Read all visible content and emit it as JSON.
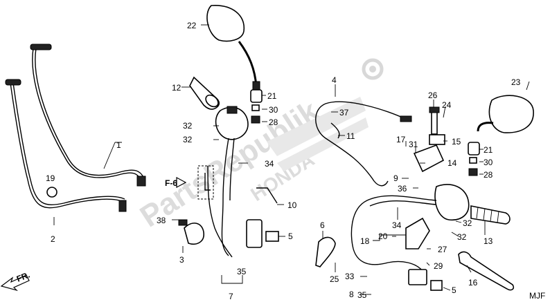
{
  "watermark": {
    "text": "PartsRepublik",
    "brand": "HONDA"
  },
  "section_ref": "F-6",
  "front_marker": "FR.",
  "diagram_code": "MJF",
  "callouts": [
    "1",
    "2",
    "3",
    "4",
    "5",
    "5",
    "6",
    "7",
    "8",
    "9",
    "10",
    "11",
    "12",
    "13",
    "14",
    "15",
    "16",
    "17",
    "18",
    "19",
    "20",
    "21",
    "21",
    "22",
    "23",
    "24",
    "25",
    "26",
    "27",
    "28",
    "28",
    "29",
    "30",
    "30",
    "31",
    "32",
    "32",
    "32",
    "32",
    "33",
    "34",
    "34",
    "35",
    "35",
    "36",
    "37",
    "38"
  ]
}
